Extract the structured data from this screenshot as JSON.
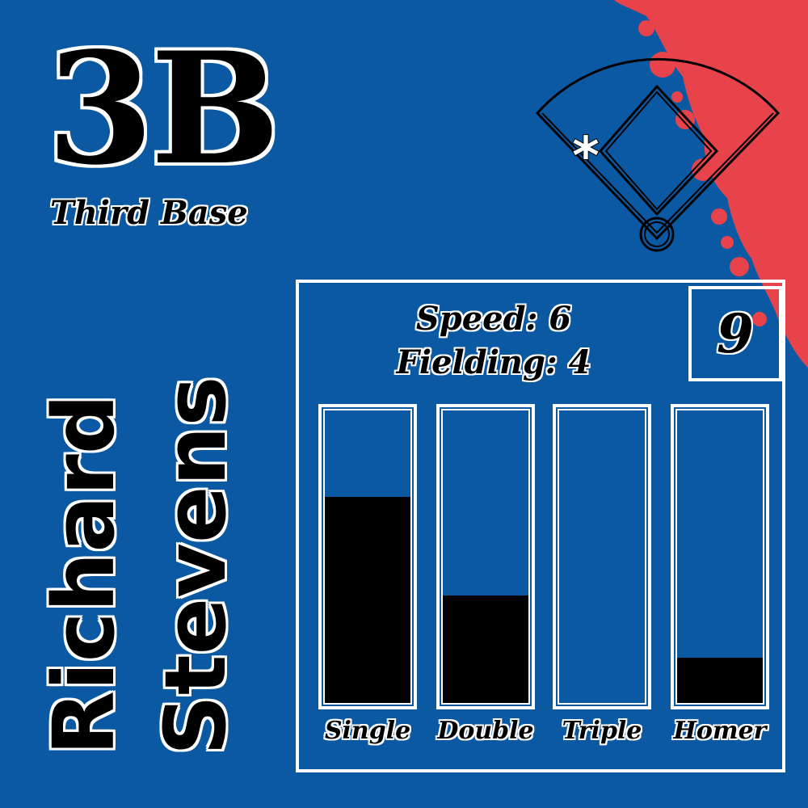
{
  "position": {
    "code": "3B",
    "name": "Third Base"
  },
  "player": {
    "first_name": "Richard",
    "last_name": "Stevens"
  },
  "stats": {
    "speed_label": "Speed: 6",
    "fielding_label": "Fielding: 4",
    "number": "9"
  },
  "field_marker": "*",
  "colors": {
    "background": "#0b59a3",
    "splatter": "#e8434a",
    "bar": "#000000",
    "outline": "#ffffff"
  },
  "chart_data": {
    "type": "bar",
    "categories": [
      "Single",
      "Double",
      "Triple",
      "Homer"
    ],
    "values": [
      0.69,
      0.36,
      0.0,
      0.15
    ],
    "ylim": [
      0,
      1
    ]
  }
}
